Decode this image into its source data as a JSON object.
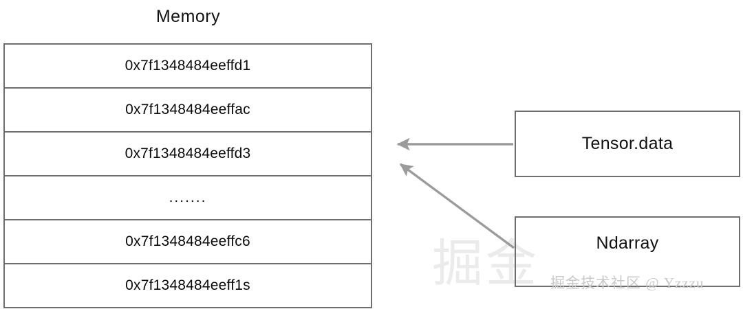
{
  "diagram": {
    "title": "Memory",
    "memory_rows": [
      {
        "text": "0x7f1348484eeffd1",
        "kind": "address"
      },
      {
        "text": "0x7f1348484eeffac",
        "kind": "address"
      },
      {
        "text": "0x7f1348484eeffd3",
        "kind": "address"
      },
      {
        "text": ".......",
        "kind": "ellipsis"
      },
      {
        "text": "0x7f1348484eeffc6",
        "kind": "address"
      },
      {
        "text": "0x7f1348484eeff1s",
        "kind": "address"
      }
    ],
    "nodes": [
      {
        "id": "tensor",
        "label": "Tensor.data"
      },
      {
        "id": "ndarray",
        "label": "Ndarray"
      }
    ],
    "arrows": [
      {
        "id": "tensor-to-memory",
        "from": "tensor",
        "to": "memory-row-3",
        "style": "straight"
      },
      {
        "id": "ndarray-to-memory",
        "from": "ndarray",
        "to": "memory-row-3",
        "style": "diagonal"
      }
    ],
    "watermark": {
      "foreground": "掘金技术社区 @ Yzzzu",
      "background": "掘金"
    },
    "colors": {
      "border": "#6e6e6e",
      "arrow": "#9b9b9b",
      "text": "#111111",
      "background": "#ffffff",
      "watermark": "#c9c9c9"
    }
  }
}
